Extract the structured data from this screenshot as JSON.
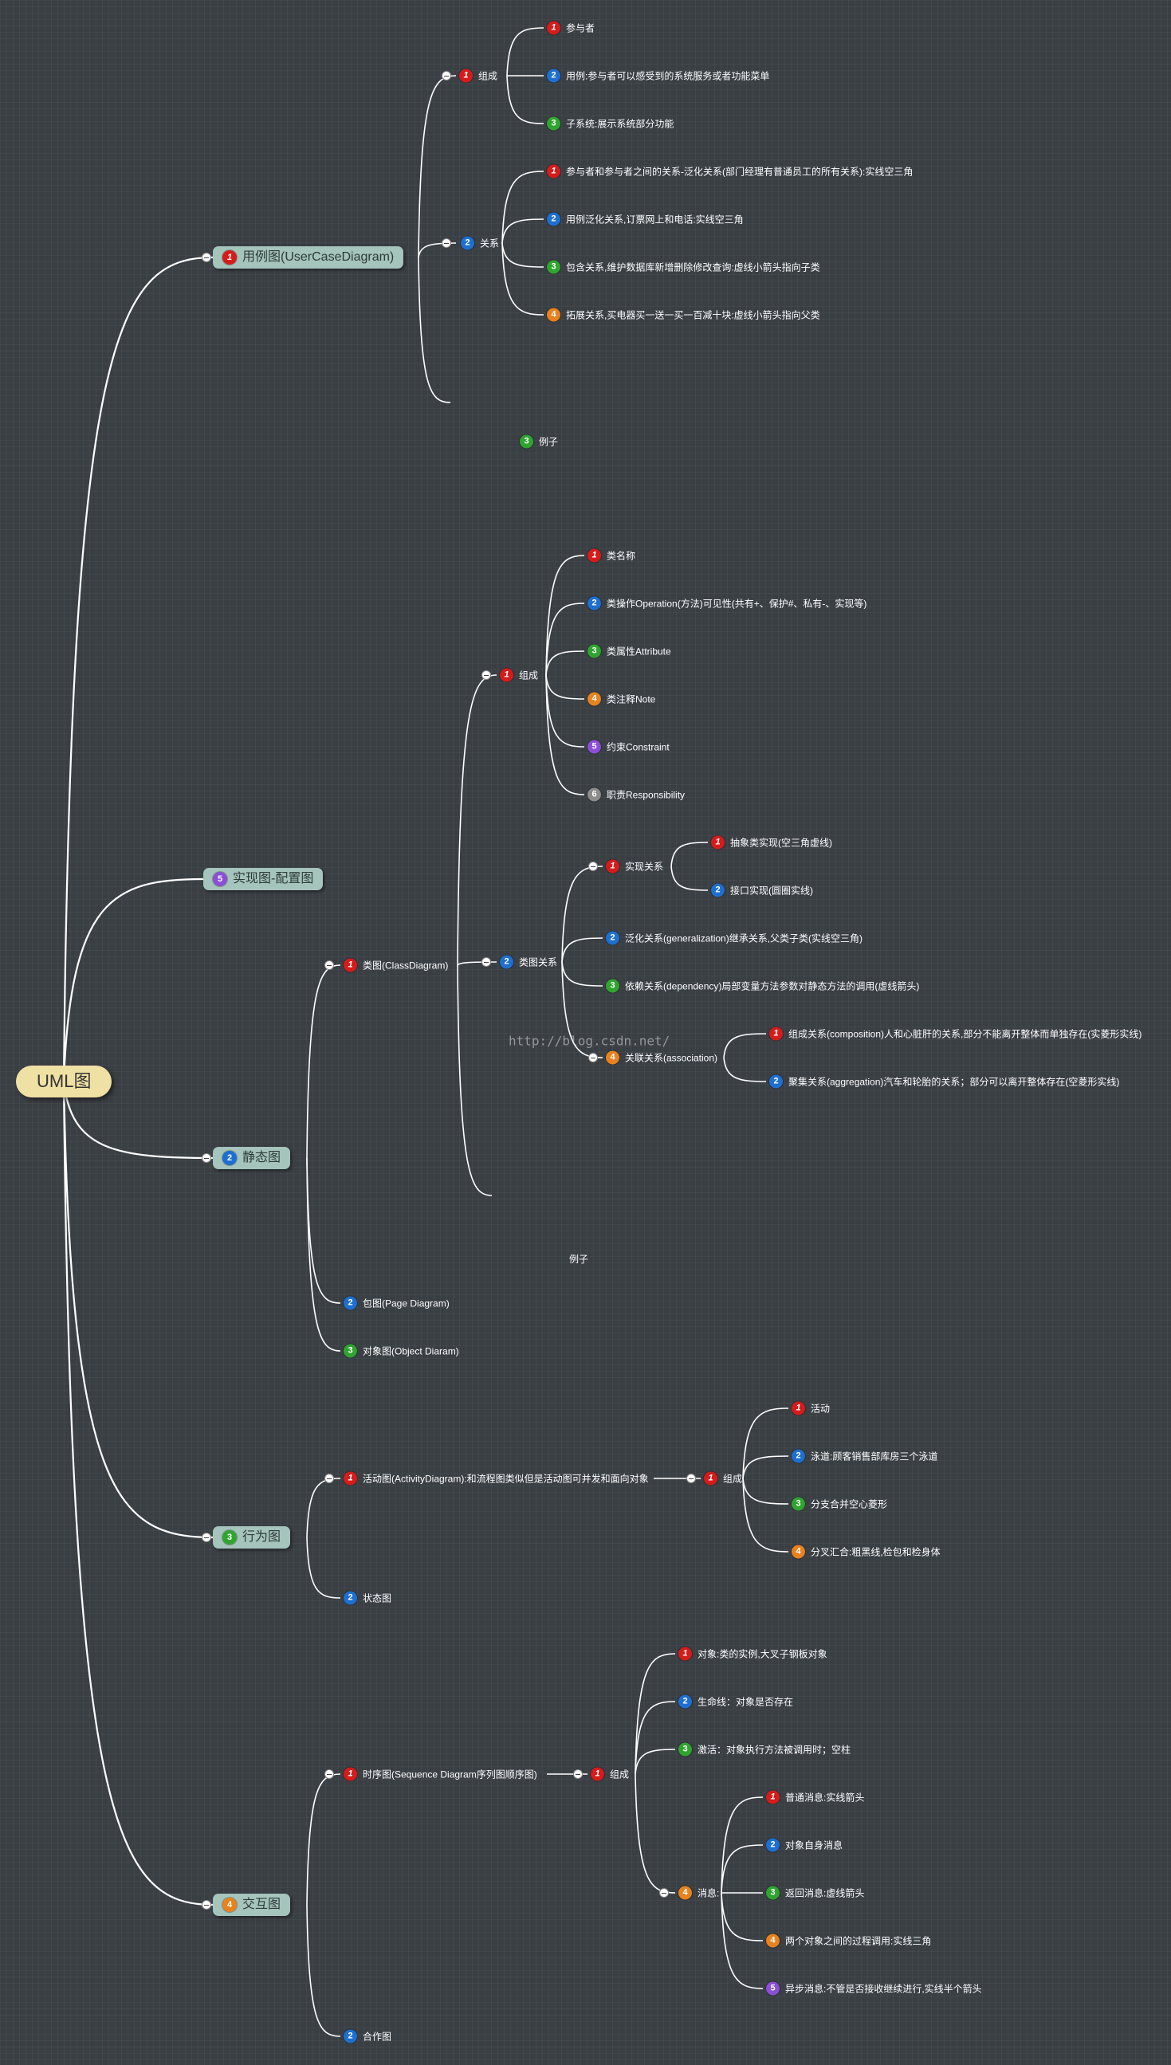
{
  "root": "UML图",
  "watermark": "http://blog.csdn.net/",
  "usecase": {
    "title": "用例图(UserCaseDiagram)",
    "composition": {
      "label": "组成",
      "items": [
        "参与者",
        "用例:参与者可以感受到的系统服务或者功能菜单",
        "子系统:展示系统部分功能"
      ]
    },
    "relations": {
      "label": "关系",
      "items": [
        "参与者和参与者之间的关系-泛化关系(部门经理有普通员工的所有关系):实线空三角",
        "用例泛化关系,订票网上和电话:实线空三角",
        "包含关系,维护数据库新增删除修改查询:虚线小箭头指向子类",
        "拓展关系,买电器买一送一买一百减十块:虚线小箭头指向父类"
      ]
    },
    "example": "例子"
  },
  "realize": {
    "title": "实现图-配置图"
  },
  "static": {
    "title": "静态图",
    "class_diagram": {
      "label": "类图(ClassDiagram)",
      "composition": {
        "label": "组成",
        "items": [
          "类名称",
          "类操作Operation(方法)可见性(共有+、保护#、私有-、实现等)",
          "类属性Attribute",
          "类注释Note",
          "约束Constraint",
          "职责Responsibility"
        ]
      },
      "relations": {
        "label": "类图关系",
        "realization": {
          "label": "实现关系",
          "items": [
            "抽象类实现(空三角虚线)",
            "接口实现(圆圈实线)"
          ]
        },
        "generalization": "泛化关系(generalization)继承关系,父类子类(实线空三角)",
        "dependency": "依赖关系(dependency)局部变量方法参数对静态方法的调用(虚线箭头)",
        "association": {
          "label": "关联关系(association)",
          "items": [
            "组成关系(composition)人和心脏肝的关系,部分不能离开整体而单独存在(实菱形实线)",
            "聚集关系(aggregation)汽车和轮胎的关系；部分可以离开整体存在(空菱形实线)"
          ]
        }
      },
      "example": "例子"
    },
    "package": "包图(Page Diagram)",
    "object": "对象图(Object Diaram)"
  },
  "behavior": {
    "title": "行为图",
    "activity": {
      "label": "活动图(ActivityDiagram):和流程图类似但是活动图可并发和面向对象",
      "composition": {
        "label": "组成",
        "items": [
          "活动",
          "泳道:顾客销售部库房三个泳道",
          "分支合并空心菱形",
          "分叉汇合:粗黑线,检包和检身体"
        ]
      }
    },
    "state": "状态图"
  },
  "interaction": {
    "title": "交互图",
    "sequence": {
      "label": "时序图(Sequence Diagram序列图顺序图)",
      "composition": {
        "label": "组成",
        "items": [
          "对象:类的实例,大叉子钢板对象",
          "生命线：对象是否存在",
          "激活：对象执行方法被调用时；空柱"
        ],
        "messages": {
          "label": "消息:",
          "items": [
            "普通消息:实线箭头",
            "对象自身消息",
            "返回消息:虚线箭头",
            "两个对象之间的过程调用:实线三角",
            "异步消息:不管是否接收继续进行,实线半个箭头"
          ]
        }
      }
    },
    "collaboration": "合作图"
  },
  "colors": {
    "background": "#3a3f44",
    "wire": "#ffffff",
    "root": "#efe0a4",
    "major": "#a5c4bb",
    "red": "#d61b1b",
    "blue": "#1d6fd1",
    "green": "#2fa52f",
    "orange": "#e8821e",
    "purple": "#8a4fd6",
    "gray": "#8c8c8c"
  }
}
